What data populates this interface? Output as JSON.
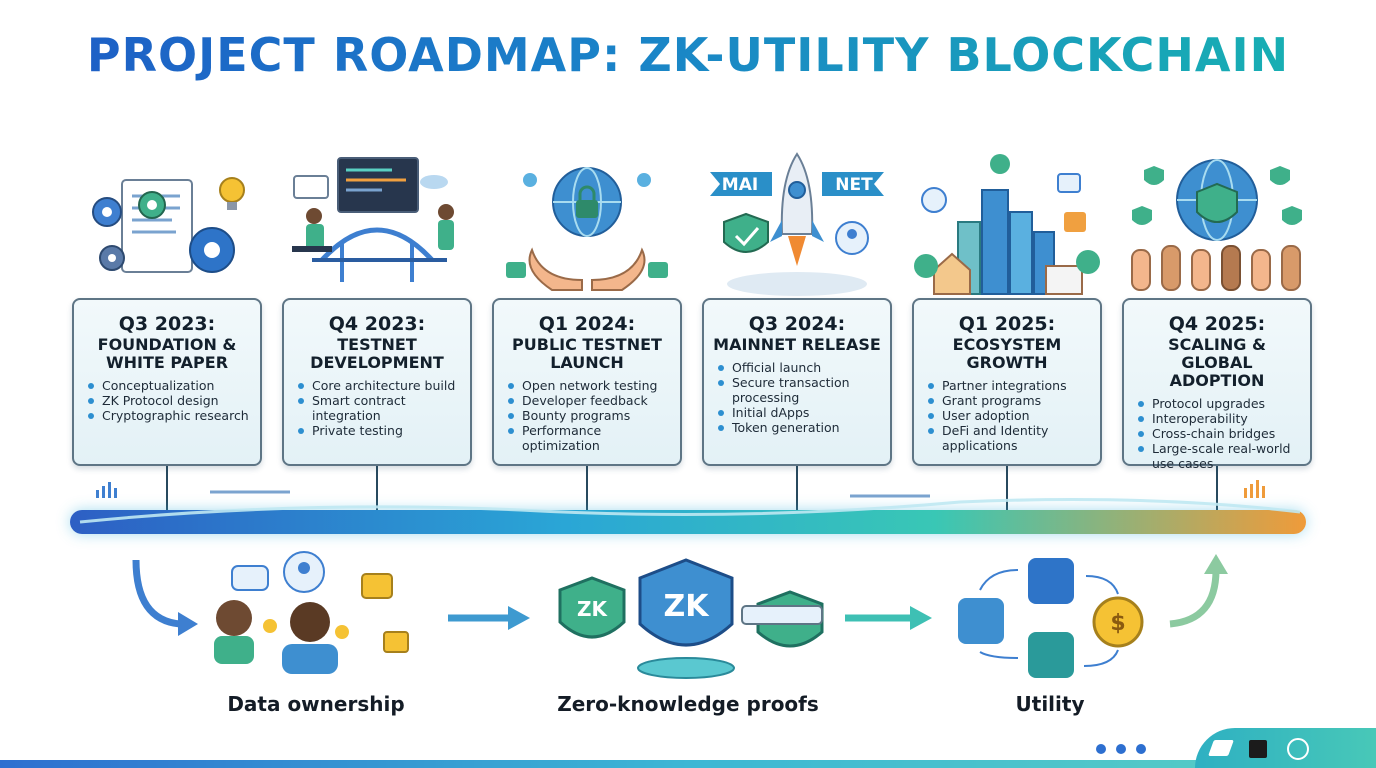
{
  "title": "PROJECT ROADMAP: ZK-UTILITY BLOCKCHAIN",
  "milestones": [
    {
      "date": "Q3 2023:",
      "name": "FOUNDATION & WHITE PAPER",
      "items": [
        "Conceptualization",
        "ZK Protocol design",
        "Cryptographic research"
      ]
    },
    {
      "date": "Q4 2023:",
      "name": "TESTNET DEVELOPMENT",
      "items": [
        "Core architecture build",
        "Smart contract integration",
        "Private testing"
      ]
    },
    {
      "date": "Q1 2024:",
      "name": "PUBLIC TESTNET LAUNCH",
      "items": [
        "Open network testing",
        "Developer feedback",
        "Bounty programs",
        "Performance optimization"
      ]
    },
    {
      "date": "Q3 2024:",
      "name": "MAINNET RELEASE",
      "items": [
        "Official launch",
        "Secure transaction processing",
        "Initial dApps",
        "Token generation"
      ]
    },
    {
      "date": "Q1 2025:",
      "name": "ECOSYSTEM GROWTH",
      "items": [
        "Partner integrations",
        "Grant programs",
        "User adoption",
        "DeFi and Identity applications"
      ]
    },
    {
      "date": "Q4 2025:",
      "name": "SCALING & GLOBAL ADOPTION",
      "items": [
        "Protocol upgrades",
        "Interoperability",
        "Cross-chain bridges",
        "Large-scale real-world use cases"
      ]
    }
  ],
  "banner": {
    "left": "MAI",
    "right": "NET"
  },
  "shield_text": "ZK",
  "concepts": [
    "Data ownership",
    "Zero-knowledge proofs",
    "Utility"
  ],
  "colors": {
    "title_start": "#1e5bc6",
    "title_end": "#18b4b0",
    "timeline_start": "#2d5fc4",
    "timeline_end": "#ef9b3a",
    "bullet": "#2d8fd0"
  }
}
